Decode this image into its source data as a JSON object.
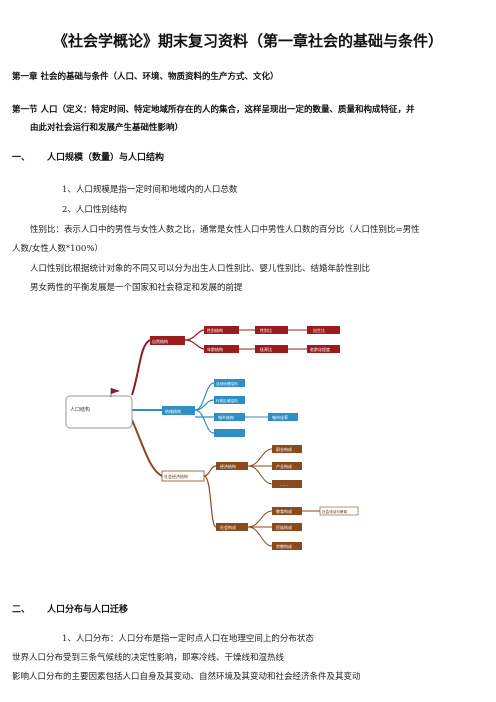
{
  "doc": {
    "title": "《社会学概论》期末复习资料（第一章社会的基础与条件）",
    "chapter": "第一章  社会的基础与条件（人口、环境、物质资料的生产方式、文化）",
    "section_line1": "第一节  人口（定义：特定时间、特定地域所存在的人的集合，这样呈现出一定的数量、质量和构成特征，并",
    "section_line2": "由此对社会运行和发展产生基础性影响）",
    "s1_num": "一、",
    "s1_title": "人口规模（数量）与人口结构",
    "p1": "1、人口规模是指一定时间和地域内的人口总数",
    "p2": "2、人口性别结构",
    "p3_line1": "性别比：表示人口中的男性与女性人数之比，通常是女性人口中男性人口数的百分比（人口性别比=男性",
    "p3_line2": "人数/女性人数*100%）",
    "p4": "人口性别比根据统计对象的不同又可以分为出生人口性别比、婴儿性别比、结婚年龄性别比",
    "p5": "男女两性的平衡发展是一个国家和社会稳定和发展的前提",
    "s2_num": "二、",
    "s2_title": "人口分布与人口迁移",
    "p6": "1、人口分布：人口分布是指一定时点人口在地理空间上的分布状态",
    "p7": "世界人口分布受到三条气候线的决定性影响，即寒冷线、干燥线和湿热线",
    "p8": "影响人口分布的主要因素包括人口自身及其变动、自然环境及其变动和社会经济条件及其变动"
  },
  "mindmap": {
    "root": "人口结构",
    "b1": "自然结构",
    "b1a": "性别结构",
    "b1a1": "性别比",
    "b1a2": "出生比",
    "b1b": "年龄结构",
    "b1b1": "抚养比",
    "b1b2": "老龄化程度",
    "b2": "地域结构",
    "b2a": "自然地理结构",
    "b2b": "行政区域结构",
    "b2c": "城乡结构",
    "b2c1": "城市化率",
    "b3": "社会经济结构",
    "b3a": "经济结构",
    "b3a1": "职业构成",
    "b3a2": "产业构成",
    "b3a3": "……",
    "b3b": "社会构成",
    "b3b1": "教育构成",
    "b3b1x": "社会流动与教育",
    "b3b2": "民族构成",
    "b3b3": "宗教构成",
    "colors": {
      "line_red": "#8e1c1c",
      "line_blue": "#2f8fc4",
      "line_brown": "#8a4a1c",
      "node_red": "#9b1c1c",
      "node_blue": "#2f8fc4",
      "node_brown": "#8a4a1c",
      "flag": "#8b1a3a"
    }
  }
}
